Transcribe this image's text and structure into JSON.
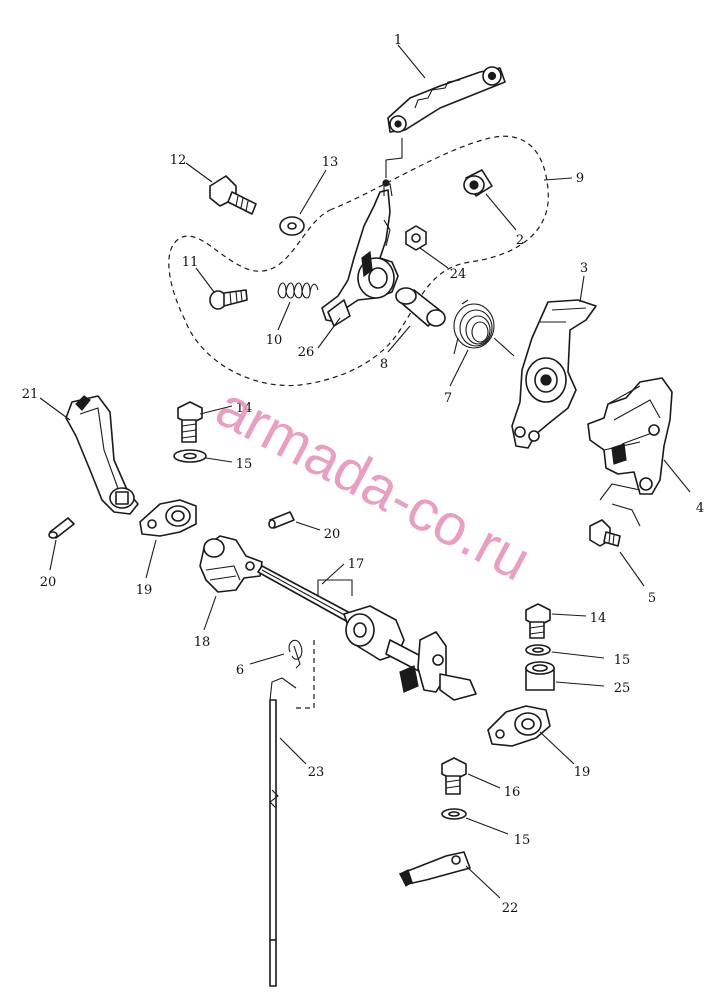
{
  "watermark": "armada-co.ru",
  "colors": {
    "line": "#1a1a1a",
    "background": "#ffffff",
    "watermark": "#e58fb7"
  },
  "callouts": [
    "1",
    "2",
    "3",
    "4",
    "5",
    "6",
    "7",
    "8",
    "9",
    "10",
    "11",
    "12",
    "13",
    "14",
    "15",
    "16",
    "17",
    "18",
    "19",
    "20",
    "21",
    "22",
    "23",
    "24",
    "25",
    "26"
  ],
  "label_instances": {
    "14a": "14",
    "14b": "14",
    "15a": "15",
    "15b": "15",
    "15c": "15",
    "19a": "19",
    "19b": "19",
    "20a": "20",
    "20b": "20"
  }
}
